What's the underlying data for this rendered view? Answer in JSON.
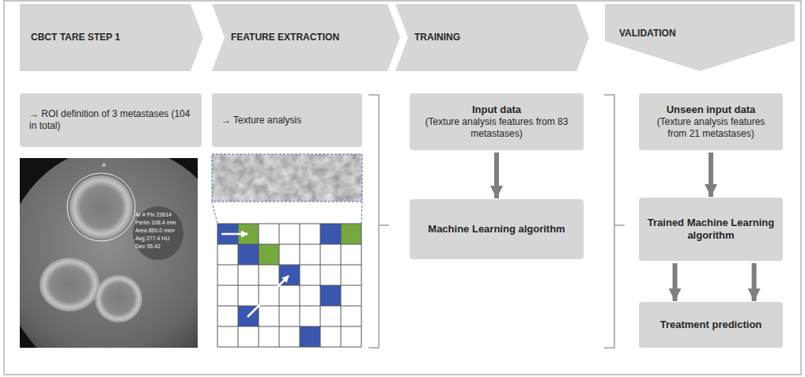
{
  "diagram": {
    "nodes": [
      {
        "text": [
          "CBCT TARE STEP 1"
        ]
      },
      {
        "text": [
          "FEATURE EXTRACTION"
        ]
      },
      {
        "text": [
          "TRAINING"
        ]
      },
      {
        "text": [
          "VALIDATION"
        ]
      },
      {
        "text": [
          "→ ROI definition of 3 metastases (104 in total)"
        ]
      },
      {
        "text": [
          "→ Texture analysis"
        ]
      },
      {
        "text": [
          "Input data",
          "(Texture analysis features from 83 metastases)"
        ]
      },
      {
        "text": [
          "Machine Learning algorithm"
        ]
      },
      {
        "text": [
          "Unseen input data",
          "(Texture analysis features from 21 metastases)"
        ]
      },
      {
        "text": [
          "Trained Machine Learning algorithm"
        ]
      },
      {
        "text": [
          "Treatment prediction"
        ]
      }
    ],
    "edges": [
      {
        "from": 6,
        "to": 7,
        "arrow": "to"
      },
      {
        "from": 8,
        "to": 9,
        "arrow": "to"
      },
      {
        "from": 9,
        "to": 10,
        "arrow": "to"
      },
      {
        "from": 9,
        "to": 10,
        "arrow": "to"
      }
    ],
    "labels": [
      "A",
      "Ar # Pix 23614",
      "Perim 108.4 mm",
      "Area 850.0 mm²",
      "Avg 277.4 HU",
      "Dev 95.42"
    ]
  }
}
